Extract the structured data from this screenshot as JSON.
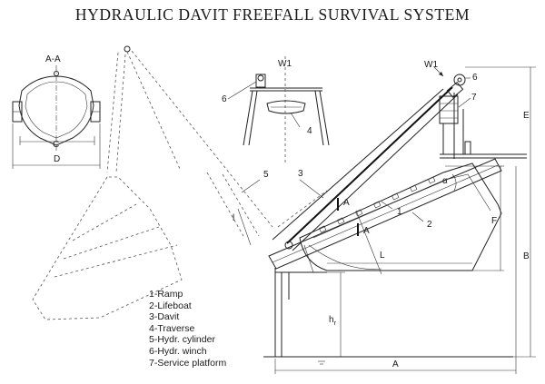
{
  "title": "HYDRAULIC DAVIT  FREEFALL SURVIVAL SYSTEM",
  "section_view": {
    "section_label": "A-A",
    "dim_c": "C",
    "dim_d": "D"
  },
  "front_view": {
    "load_label": "W1",
    "callout_6": "6",
    "callout_4": "4"
  },
  "main_view": {
    "load_label": "W1",
    "callout_6": "6",
    "callout_7": "7",
    "callout_3": "3",
    "callout_5": "5",
    "callout_1": "1",
    "callout_2": "2",
    "section_marker": "A",
    "angle_label": "α",
    "dim_l": "L",
    "dim_f": "F",
    "dim_e": "E",
    "dim_b": "B",
    "dim_a": "A",
    "dim_hr_main": "h",
    "dim_hr_sub": "r",
    "dim_small_l": "l"
  },
  "legend": [
    "1-Ramp",
    "2-Lifeboat",
    "3-Davit",
    "4-Traverse",
    "5-Hydr. cylinder",
    "6-Hydr. winch",
    "7-Service platform"
  ]
}
